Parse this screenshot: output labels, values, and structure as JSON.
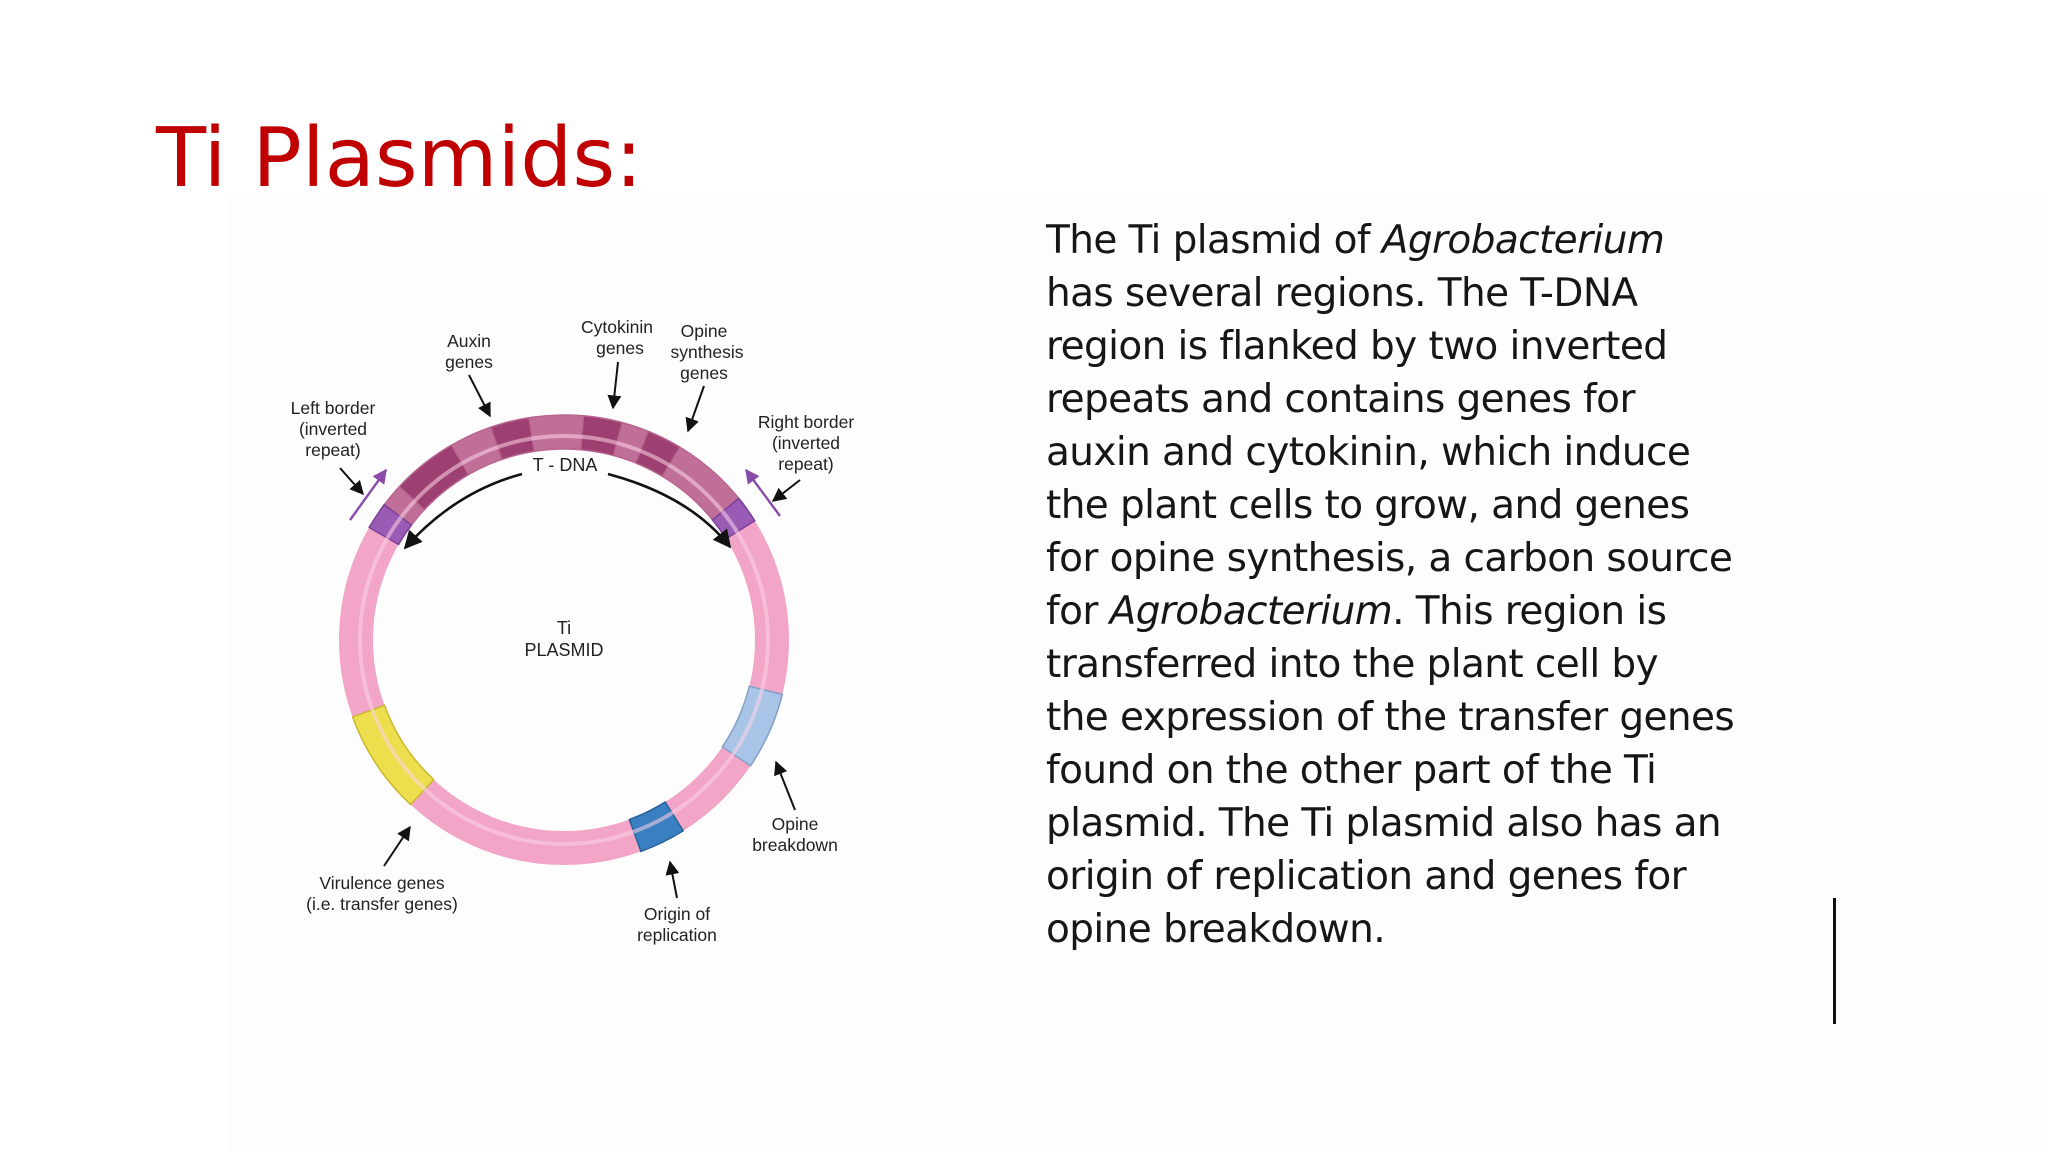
{
  "slide": {
    "title": "Ti Plasmids:",
    "title_color": "#c00000"
  },
  "diagram": {
    "center_label": [
      "Ti",
      "PLASMID"
    ],
    "tdna_label": "T - DNA",
    "labels": {
      "auxin": [
        "Auxin",
        "genes"
      ],
      "cytokinin": [
        "Cytokinin",
        "genes"
      ],
      "opine_synthesis": [
        "Opine",
        "synthesis",
        "genes"
      ],
      "left_border": [
        "Left border",
        "(inverted",
        "repeat)"
      ],
      "right_border": [
        "Right border",
        "(inverted",
        "repeat)"
      ],
      "opine_breakdown": [
        "Opine",
        "breakdown"
      ],
      "origin": [
        "Origin of",
        "replication"
      ],
      "virulence": [
        "Virulence genes",
        "(i.e. transfer genes)"
      ]
    },
    "colors": {
      "ring_pink": "#f2a5c6",
      "ring_highlight": "#fbd6e6",
      "tdna_band": "#c06f99",
      "tdna_block": "#9e3f72",
      "border_purple": "#9a5bb5",
      "opine_breakdown_blue": "#a9c4e6",
      "origin_blue": "#3a7fc1",
      "virulence_yellow": "#ecde4c"
    }
  },
  "caption": {
    "lines": [
      {
        "segments": [
          {
            "text": "The Ti plasmid of "
          },
          {
            "text": "Agrobacterium",
            "italic": true
          }
        ]
      },
      {
        "segments": [
          {
            "text": "has several regions. The T-DNA"
          }
        ]
      },
      {
        "segments": [
          {
            "text": "region is flanked by two inverted"
          }
        ]
      },
      {
        "segments": [
          {
            "text": "repeats and contains genes for"
          }
        ]
      },
      {
        "segments": [
          {
            "text": "auxin and cytokinin, which induce"
          }
        ]
      },
      {
        "segments": [
          {
            "text": "the plant cells to grow, and genes"
          }
        ]
      },
      {
        "segments": [
          {
            "text": "for opine synthesis, a carbon source"
          }
        ]
      },
      {
        "segments": [
          {
            "text": "for "
          },
          {
            "text": "Agrobacterium",
            "italic": true
          },
          {
            "text": ". This region is"
          }
        ]
      },
      {
        "segments": [
          {
            "text": "transferred into the plant cell by"
          }
        ]
      },
      {
        "segments": [
          {
            "text": "the expression of the transfer genes"
          }
        ]
      },
      {
        "segments": [
          {
            "text": "found on the other part of the Ti"
          }
        ]
      },
      {
        "segments": [
          {
            "text": "plasmid. The Ti plasmid also has an"
          }
        ]
      },
      {
        "segments": [
          {
            "text": "origin of replication and genes for"
          }
        ]
      },
      {
        "segments": [
          {
            "text": "opine breakdown."
          }
        ]
      }
    ]
  }
}
